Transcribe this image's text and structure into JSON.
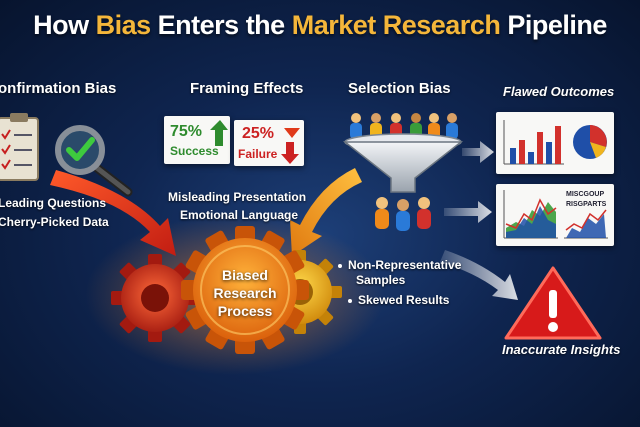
{
  "title": {
    "part1": "How ",
    "part2": "Bias",
    "part3": " Enters the ",
    "part4": "Market Research",
    "part5": " Pipeline"
  },
  "sections": {
    "confirmation": {
      "heading": "onfirmation Bias",
      "items": [
        "Leading Questions",
        "Cherry-Picked Data"
      ]
    },
    "framing": {
      "heading": "Framing Effects",
      "success_value": "75%",
      "success_label": "Success",
      "failure_value": "25%",
      "failure_label": "Failure",
      "items": [
        "Misleading Presentation",
        "Emotional Language"
      ]
    },
    "selection": {
      "heading": "Selection Bias",
      "items": [
        "Non-Representative",
        "Samples",
        "Skewed Results"
      ]
    },
    "outcomes": {
      "heading": "Flawed Outcomes",
      "chart_legend": [
        "MISCGOUP",
        "RISGPARTS"
      ],
      "warning_label": "Inaccurate Insights"
    }
  },
  "center": {
    "label_lines": [
      "Biased",
      "Research",
      "Process"
    ]
  },
  "colors": {
    "accent": "#f4b63a",
    "success_green": "#2e8b2e",
    "failure_red": "#cc2222",
    "warning_red": "#d71a1a",
    "gear_red": "#c42a1c",
    "gear_orange": "#ef8a12",
    "gear_yellow": "#f0b41e"
  },
  "icons": {
    "clipboard": "clipboard-checklist-icon",
    "magnifier": "magnifying-glass-check-icon",
    "funnel": "funnel-icon",
    "people": "people-icon",
    "warning": "warning-triangle-icon",
    "gears": "gears-icon"
  }
}
